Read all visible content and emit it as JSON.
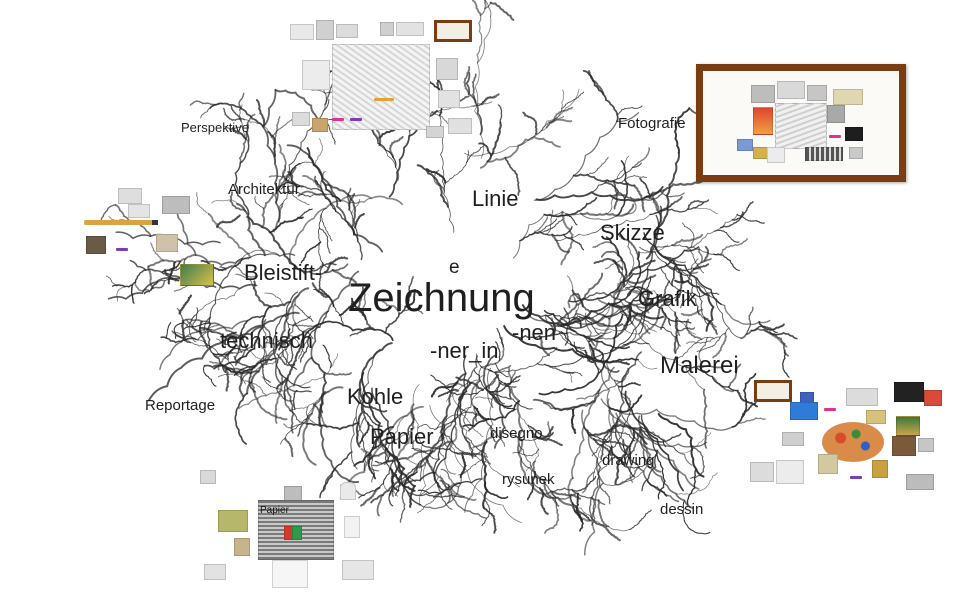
{
  "center_word": "Zeichnung",
  "words": {
    "linie": "Linie",
    "skizze": "Skizze",
    "e": "e",
    "grafik": "Grafik",
    "bleistift": "Bleistift-",
    "nen": "-nen",
    "ner_in": "-ner_in",
    "technisch": "technisch",
    "malerei": "Malerei",
    "kohle": "Kohle",
    "papier": "Papier",
    "disegno": "disegno",
    "drawing": "drawing",
    "rysunek": "rysunek",
    "dessin": "dessin",
    "perspektive": "Perspektive",
    "architektur": "Architektur",
    "fotografie": "Fotografie",
    "reportage": "Reportage"
  },
  "clusters": {
    "papier_cluster_label": "Papier"
  },
  "colors": {
    "frame_wood": "#7a3d12",
    "tag_pink": "#e0338f",
    "tag_purple": "#7b3fb5",
    "tag_orange": "#e07a1f"
  }
}
